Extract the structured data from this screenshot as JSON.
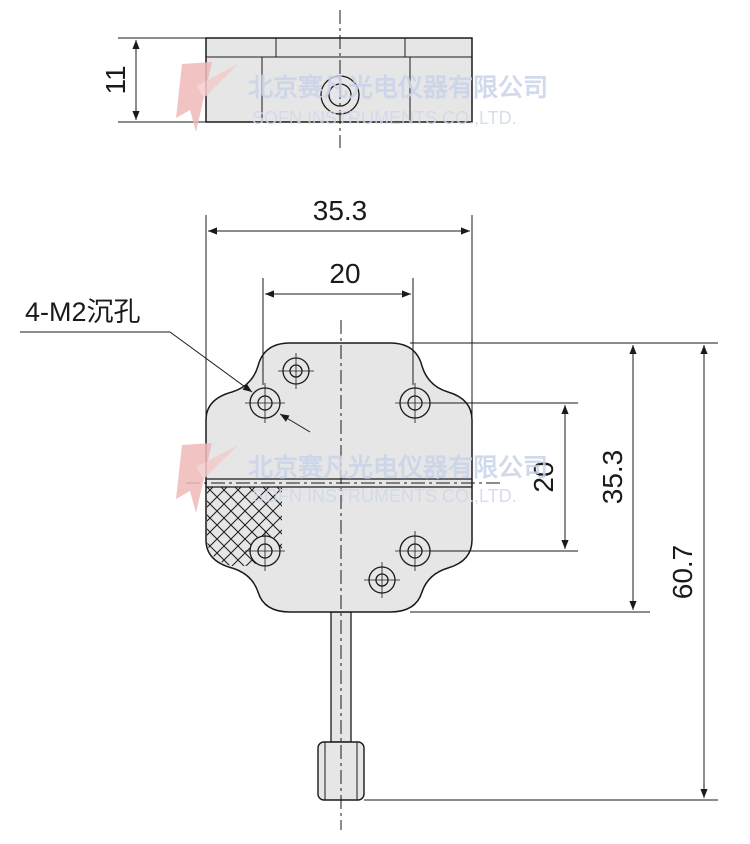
{
  "drawing": {
    "top_view": {
      "thickness": "11"
    },
    "front_view": {
      "overall_width": "35.3",
      "hole_spacing_horizontal": "20",
      "hole_spacing_vertical": "20",
      "overall_height": "35.3",
      "total_length": "60.7",
      "hole_callout": "4-M2沉孔"
    }
  },
  "watermark": {
    "company_cn": "北京赛凡光电仪器有限公司",
    "company_en": "SOFN INSTRUMENTS CO.,LTD."
  },
  "colors": {
    "line": "#1a1a1a",
    "body_fill": "#e8e8e8",
    "watermark": "#c9d4ea",
    "logo": "#f0b9b9"
  }
}
